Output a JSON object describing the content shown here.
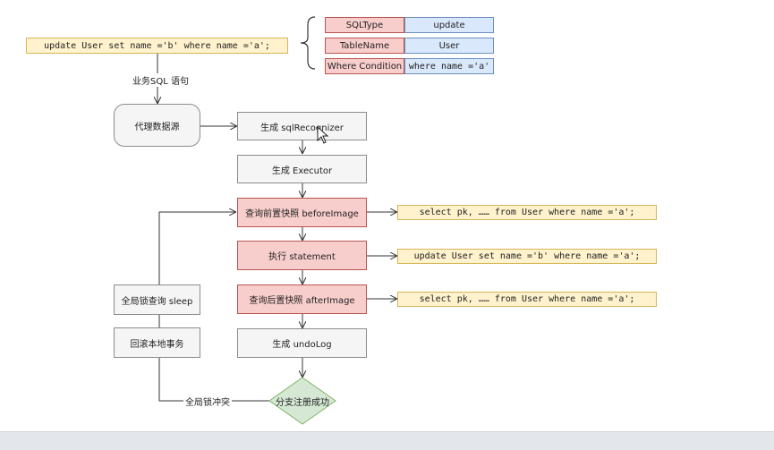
{
  "meta_table": {
    "rows": [
      {
        "key": "SQLType",
        "value": "update"
      },
      {
        "key": "TableName",
        "value": "User"
      },
      {
        "key": "Where Condition",
        "value": "where name ='a'"
      }
    ]
  },
  "sql": {
    "input": "update User set name ='b' where name ='a';",
    "label": "业务SQL 语句"
  },
  "nodes": {
    "proxy_datasource": "代理数据源",
    "gen_recognizer": "生成 sqlRecognizer",
    "gen_executor": "生成 Executor",
    "before_image": "查询前置快照 beforeImage",
    "exec_statement": "执行 statement",
    "after_image": "查询后置快照 afterImage",
    "gen_undolog": "生成 undoLog",
    "branch_register": "分支注册成功",
    "global_lock_sleep": "全局锁查询 sleep",
    "rollback_local": "回滚本地事务"
  },
  "queries": {
    "before": "select pk, …… from User where name ='a';",
    "statement": "update User set name ='b' where name ='a';",
    "after": "select pk, …… from User where name ='a';"
  },
  "edge_labels": {
    "global_lock_conflict": "全局锁冲突"
  },
  "colors": {
    "grey_fill": "#f5f5f5",
    "pink_fill": "#f8cecc",
    "yellow_fill": "#fff2cc",
    "blue_fill": "#dae8fc",
    "green_fill": "#d5e8d4"
  },
  "icons": {
    "cursor": "mouse-pointer-icon"
  }
}
